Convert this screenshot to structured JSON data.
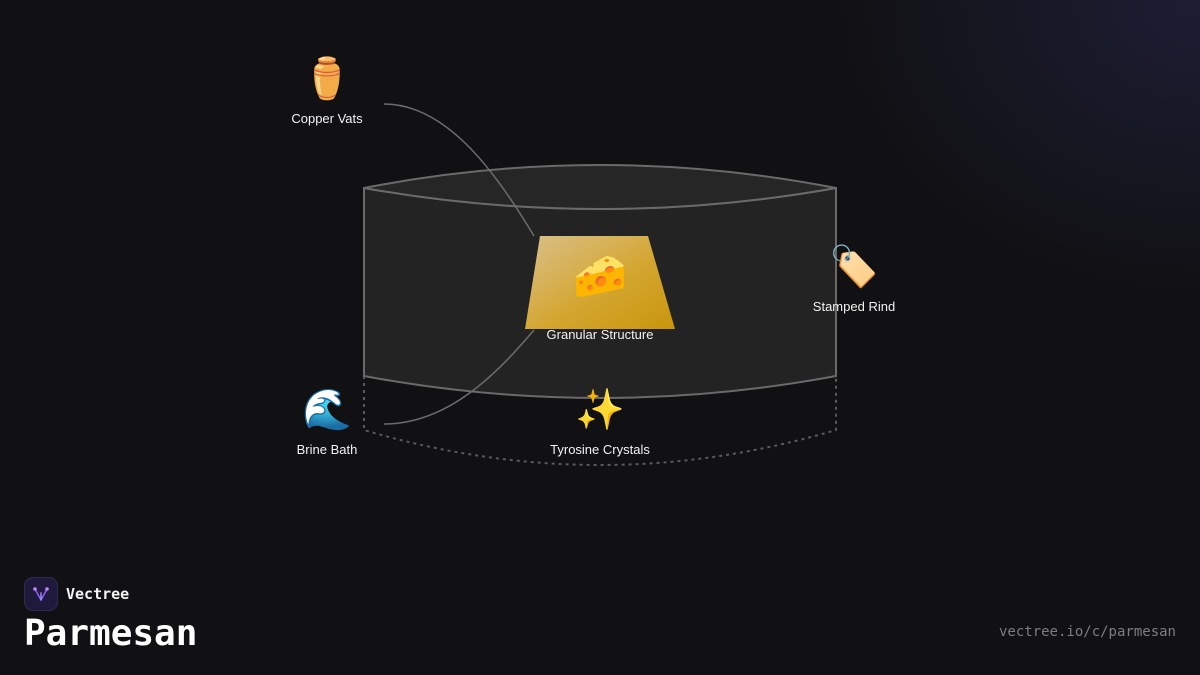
{
  "diagram": {
    "center": {
      "label": "Granular Structure",
      "icon": "cheese-icon",
      "emoji": "🧀"
    },
    "nodes": [
      {
        "id": "copper",
        "label": "Copper Vats",
        "icon": "amphora-icon",
        "emoji": "⚱️"
      },
      {
        "id": "brine",
        "label": "Brine Bath",
        "icon": "wave-icon",
        "emoji": "🌊"
      },
      {
        "id": "tyrosine",
        "label": "Tyrosine Crystals",
        "icon": "sparkles-icon",
        "emoji": "✨"
      },
      {
        "id": "stamped",
        "label": "Stamped Rind",
        "icon": "tag-icon",
        "emoji": "🏷️"
      }
    ]
  },
  "brand": {
    "name": "Vectree",
    "title": "Parmesan",
    "url": "vectree.io/c/parmesan"
  },
  "colors": {
    "background": "#111114",
    "wheel_fill": "#232323",
    "wheel_stroke": "#6a6a6a",
    "wedge_gold": "#d4a017",
    "text": "#f2f2f2",
    "url_text": "#7c7c84"
  }
}
